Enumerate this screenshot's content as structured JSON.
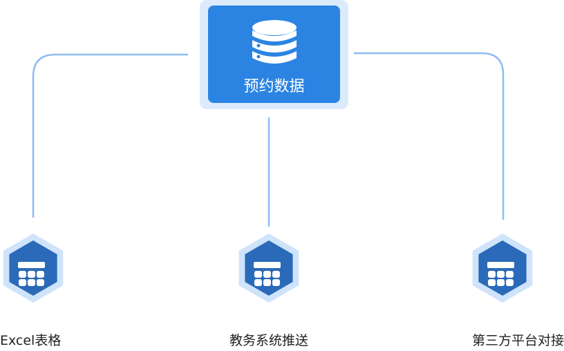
{
  "source": {
    "label": "预约数据",
    "icon": "database-icon"
  },
  "targets": [
    {
      "label": "Excel表格",
      "icon": "calculator-icon"
    },
    {
      "label": "教务系统推送",
      "icon": "calculator-icon"
    },
    {
      "label": "第三方平台对接",
      "icon": "calculator-icon"
    }
  ],
  "colors": {
    "primary": "#2b84e2",
    "light": "#dcebfc",
    "hex_dark": "#2a6ab8",
    "hex_light": "#cfe3fb",
    "line": "#8dbcf2"
  }
}
